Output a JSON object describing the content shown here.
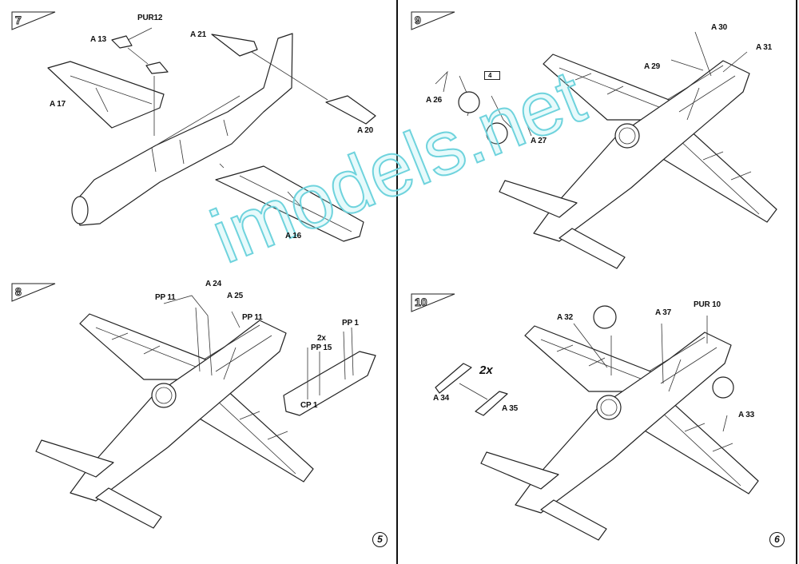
{
  "steps": {
    "s7": {
      "number": "7",
      "labels": [
        "PUR12",
        "A 13",
        "A 21",
        "A 17",
        "A 20",
        "A 16"
      ]
    },
    "s8": {
      "number": "8",
      "labels": [
        "PP 11",
        "A 24",
        "A 25",
        "PP 11",
        "2x",
        "PP 15",
        "PP 1",
        "CP 1"
      ]
    },
    "s9": {
      "number": "9",
      "labels": [
        "A 30",
        "A 31",
        "A 29",
        "A 26",
        "4",
        "A 27"
      ]
    },
    "s10": {
      "number": "10",
      "labels": [
        "A 32",
        "A 37",
        "PUR 10",
        "A 34",
        "A 35",
        "A 33"
      ],
      "multiplier": "2x"
    }
  },
  "pages": {
    "left": "5",
    "right": "6"
  },
  "watermark": "imodels.net"
}
